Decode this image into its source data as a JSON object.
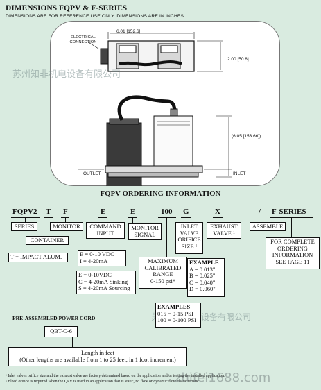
{
  "header": {
    "title": "DIMENSIONS FQPV & F-SERIES",
    "subtitle": "DIMENSIONS ARE FOR REFERENCE USE ONLY.  DIMENSIONS ARE IN INCHES"
  },
  "drawing": {
    "width_dim": "6.01 [152.6]",
    "depth_dim": "2.00 [50.8]",
    "height_dim": "(6.05 [153.66])",
    "electrical_label": "ELECTRICAL\nCONNECTION",
    "outlet_label": "OUTLET",
    "inlet_label": "INLET"
  },
  "ordering": {
    "title": "FQPV ORDERING INFORMATION",
    "codes": [
      "FQPV2",
      "T",
      "F",
      "E",
      "E",
      "100",
      "G",
      "X",
      "/",
      "F-SERIES"
    ],
    "boxes": {
      "series": "SERIES",
      "container": "CONTAINER",
      "impact": "T = IMPACT ALUM.",
      "monitor": "MONITOR",
      "command_input": "COMMAND\nINPUT",
      "command_options": "E = 0-10 VDC\nI = 4-20mA",
      "monitor_signal": "MONITOR\nSIGNAL",
      "monitor_options": "E = 0-10VDC\nC = 4-20mA Sinking\nS = 4-20mA Sourcing",
      "max_range": "MAXIMUM\nCALIBRATED\nRANGE\n0-150 psi*",
      "inlet_orifice": "INLET\nVALVE\nORIFICE\nSIZE ¹",
      "example_title": "EXAMPLE",
      "example_lines": "A = 0.013\"\nB = 0.025\"\nC = 0.040\"\nD = 0.060\"",
      "exhaust_valve": "EXHAUST\nVALVE ¹",
      "assemble": "ASSEMBLE",
      "complete_ordering": "FOR COMPLETE\nORDERING\nINFORMATION\nSEE PAGE 11",
      "examples_title": "EXAMPLES",
      "examples_lines": "015 = 0-15 PSI\n100 = 0-100 PSI"
    }
  },
  "power_cord": {
    "heading": "PRE-ASSEMBLED POWER CORD",
    "code_prefix": "QBT-C-",
    "code_digit": "6",
    "length_box": "Length in feet\n(Other lengths are available from 1 to 25 feet, in 1 foot increment)"
  },
  "footnotes": {
    "note1": "¹ Inlet valves orifice size and the exhaust valve are factory determined based on the application and/or testing the installed application.",
    "note2": "² Bleed orifice is required when the QPV is used in an application that is static, no flow or dynamic flow characteristic."
  },
  "watermarks": {
    "top": "苏州知非机电设备有限公司",
    "middle": "苏州知非机电设备有限公司",
    "bottom": "zhifei1688.com"
  }
}
